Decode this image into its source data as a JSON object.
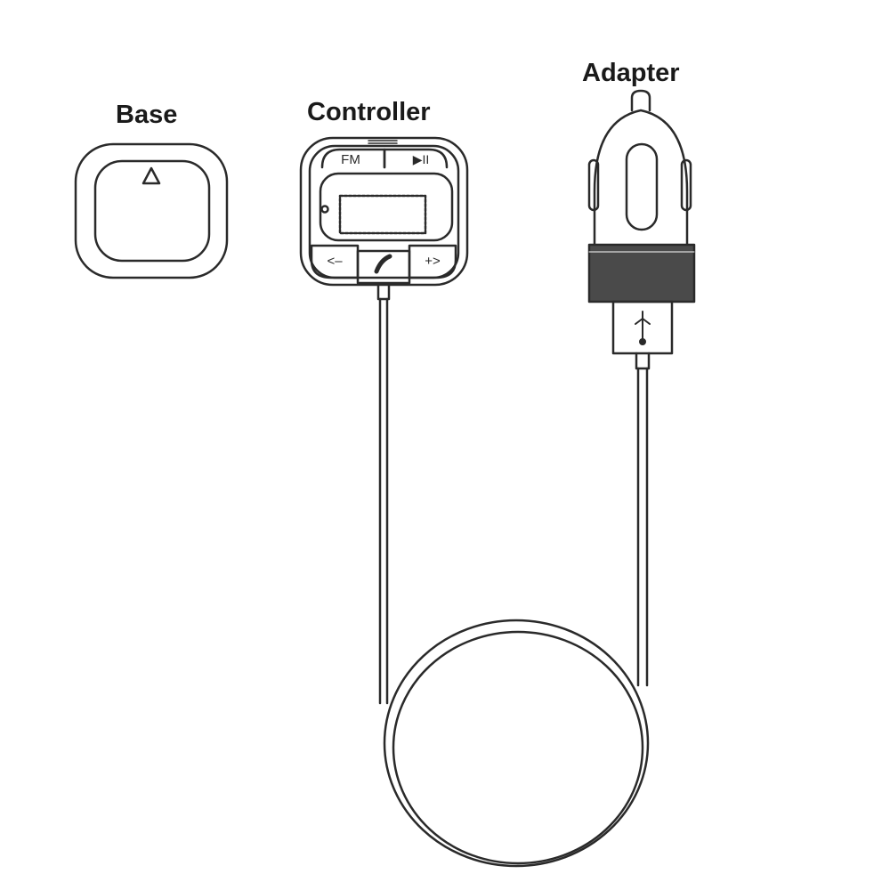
{
  "labels": {
    "base": "Base",
    "controller": "Controller",
    "adapter": "Adapter"
  },
  "controller_buttons": {
    "fm": "FM",
    "play_pause": "▶II",
    "prev": "<–",
    "next": "+>"
  },
  "colors": {
    "line": "#2a2a2a",
    "dark_band": "#4a4a4a",
    "background": "#ffffff"
  }
}
